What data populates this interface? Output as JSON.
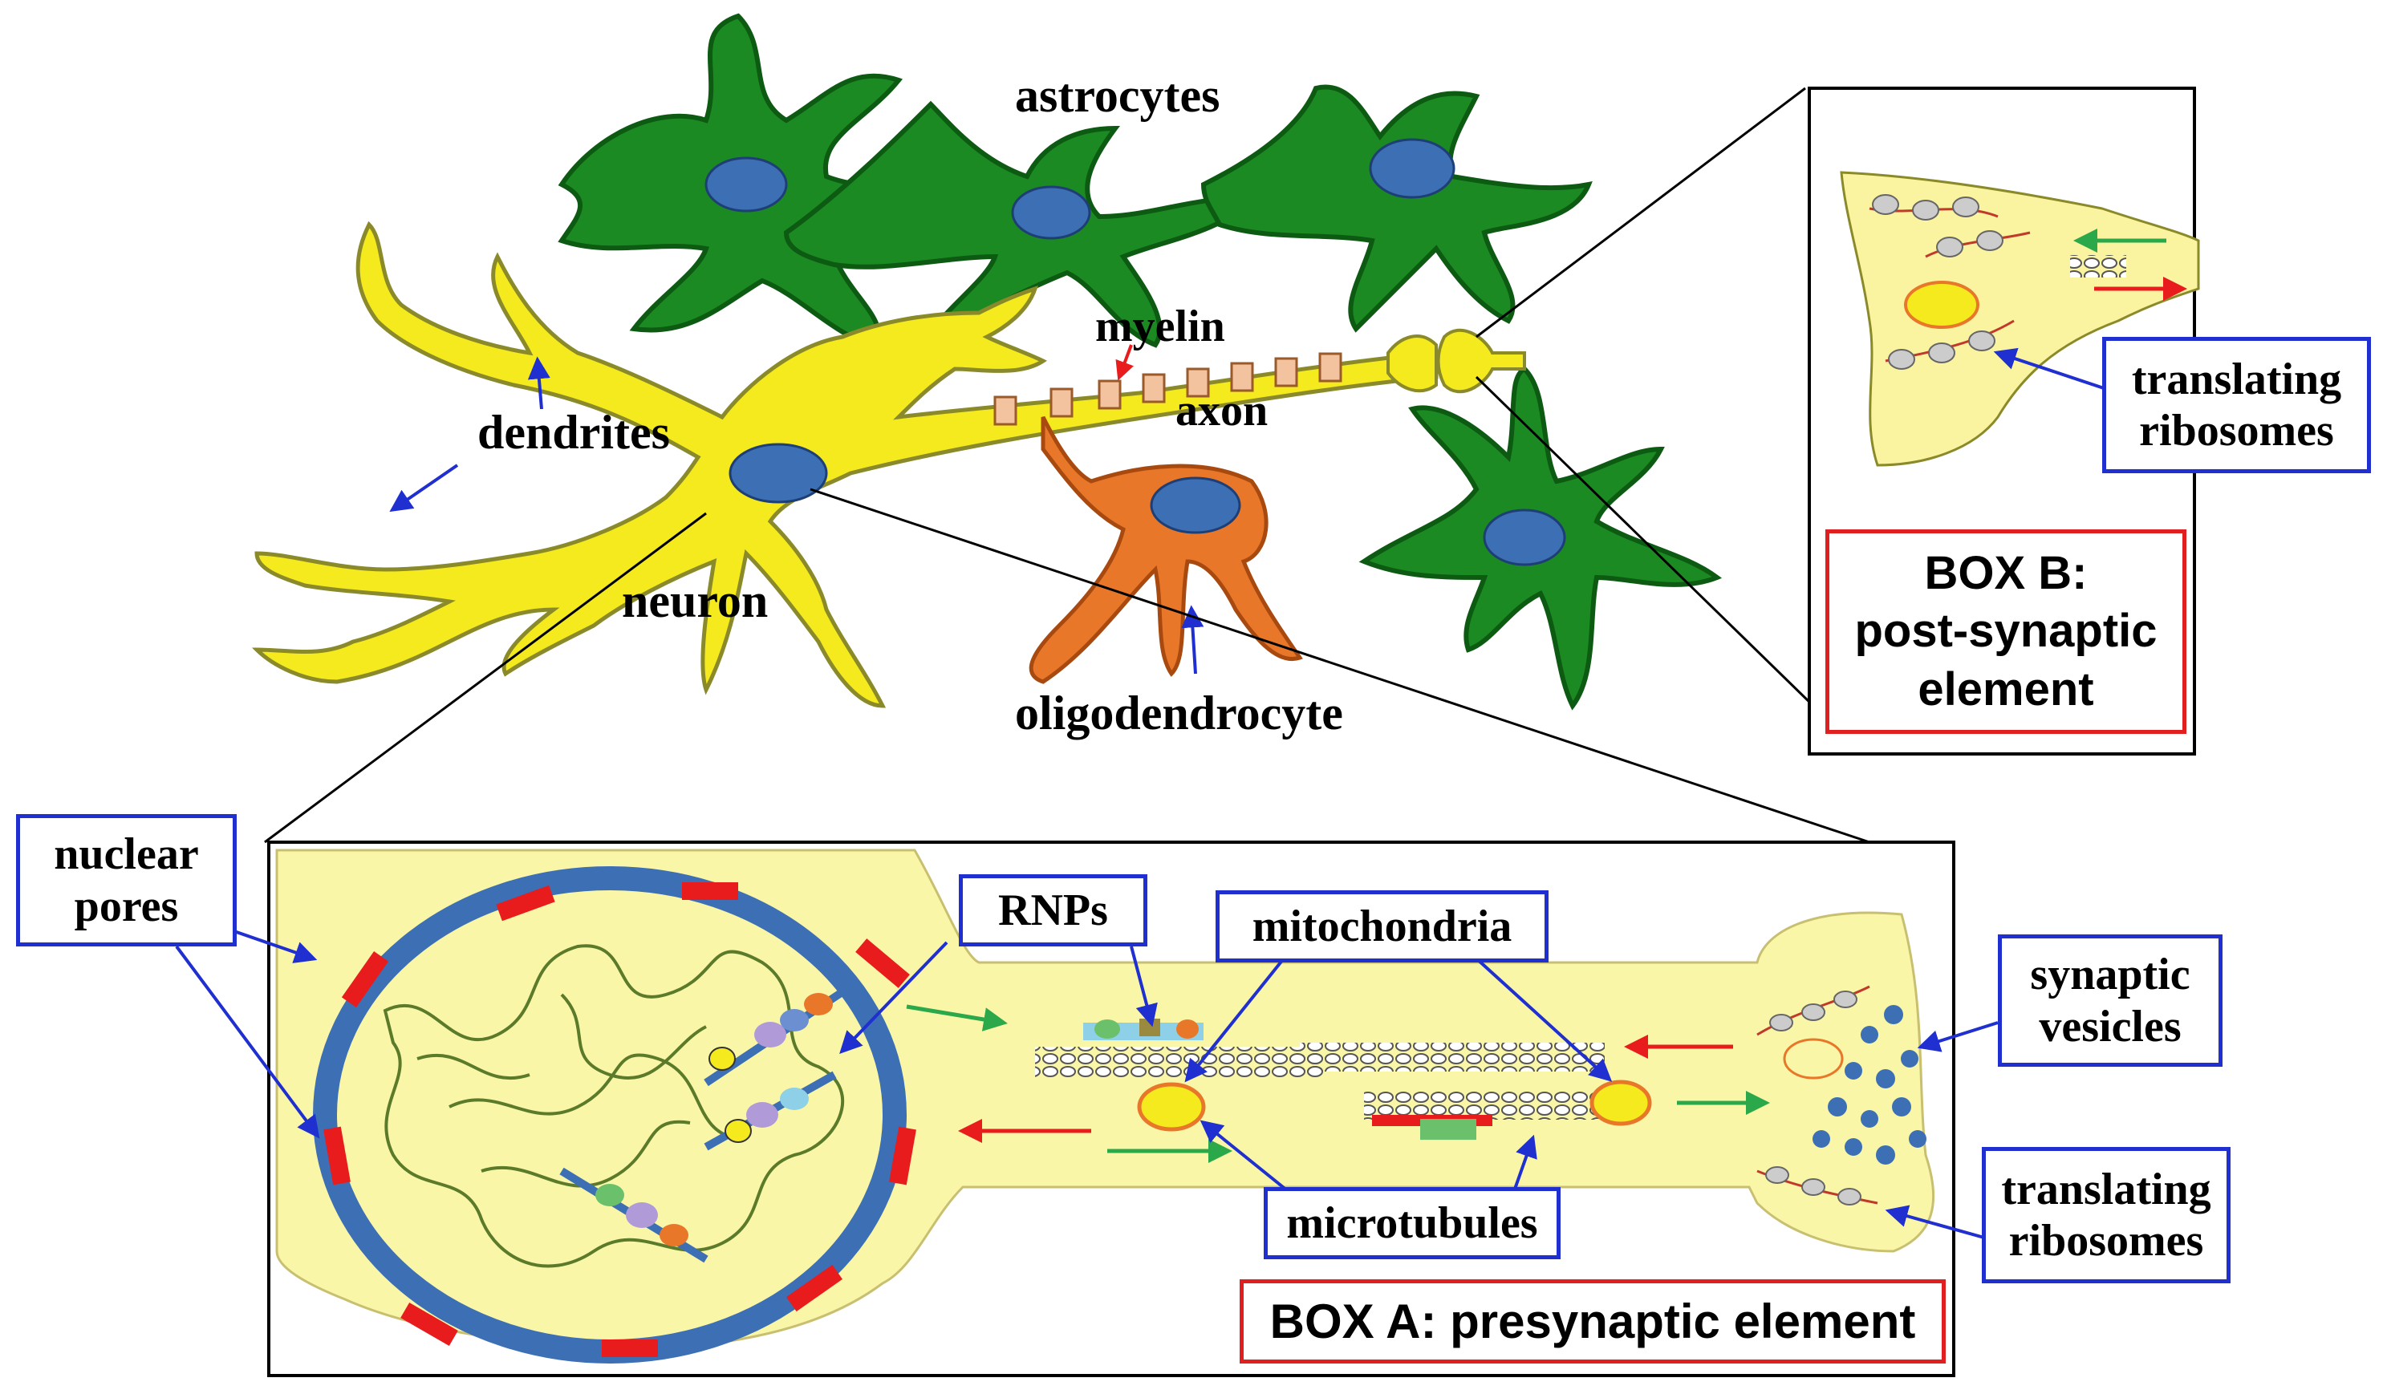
{
  "colors": {
    "neuron": "#f4ea1e",
    "neuron_outline": "#8a8a2a",
    "astrocyte": "#1c8a22",
    "astrocyte_dark": "#0d5a12",
    "nucleus": "#3d6fb5",
    "oligodendrocyte": "#e8772a",
    "myelin": "#f3c3a0",
    "box_fill": "#faf6a8",
    "chromatin": "#5b7a2a",
    "pore": "#e81c1c",
    "label_blue": "#1f2fd0",
    "label_red": "#e02020",
    "arrow_green": "#2aa84a",
    "arrow_red": "#e81c1c",
    "mitochondria": "#e8772a"
  },
  "labels": {
    "astrocytes": "astrocytes",
    "myelin": "myelin",
    "axon": "axon",
    "dendrites": "dendrites",
    "neuron": "neuron",
    "oligodendrocyte": "oligodendrocyte",
    "nuclear_pores_1": "nuclear",
    "nuclear_pores_2": "pores",
    "rnps": "RNPs",
    "mitochondria": "mitochondria",
    "microtubules": "microtubules",
    "synaptic_vesicles_1": "synaptic",
    "synaptic_vesicles_2": "vesicles",
    "translating_ribosomes_a_1": "translating",
    "translating_ribosomes_a_2": "ribosomes",
    "translating_ribosomes_b_1": "translating",
    "translating_ribosomes_b_2": "ribosomes",
    "box_a": "BOX A: presynaptic element",
    "box_b_1": "BOX B:",
    "box_b_2": "post-synaptic",
    "box_b_3": "element"
  }
}
